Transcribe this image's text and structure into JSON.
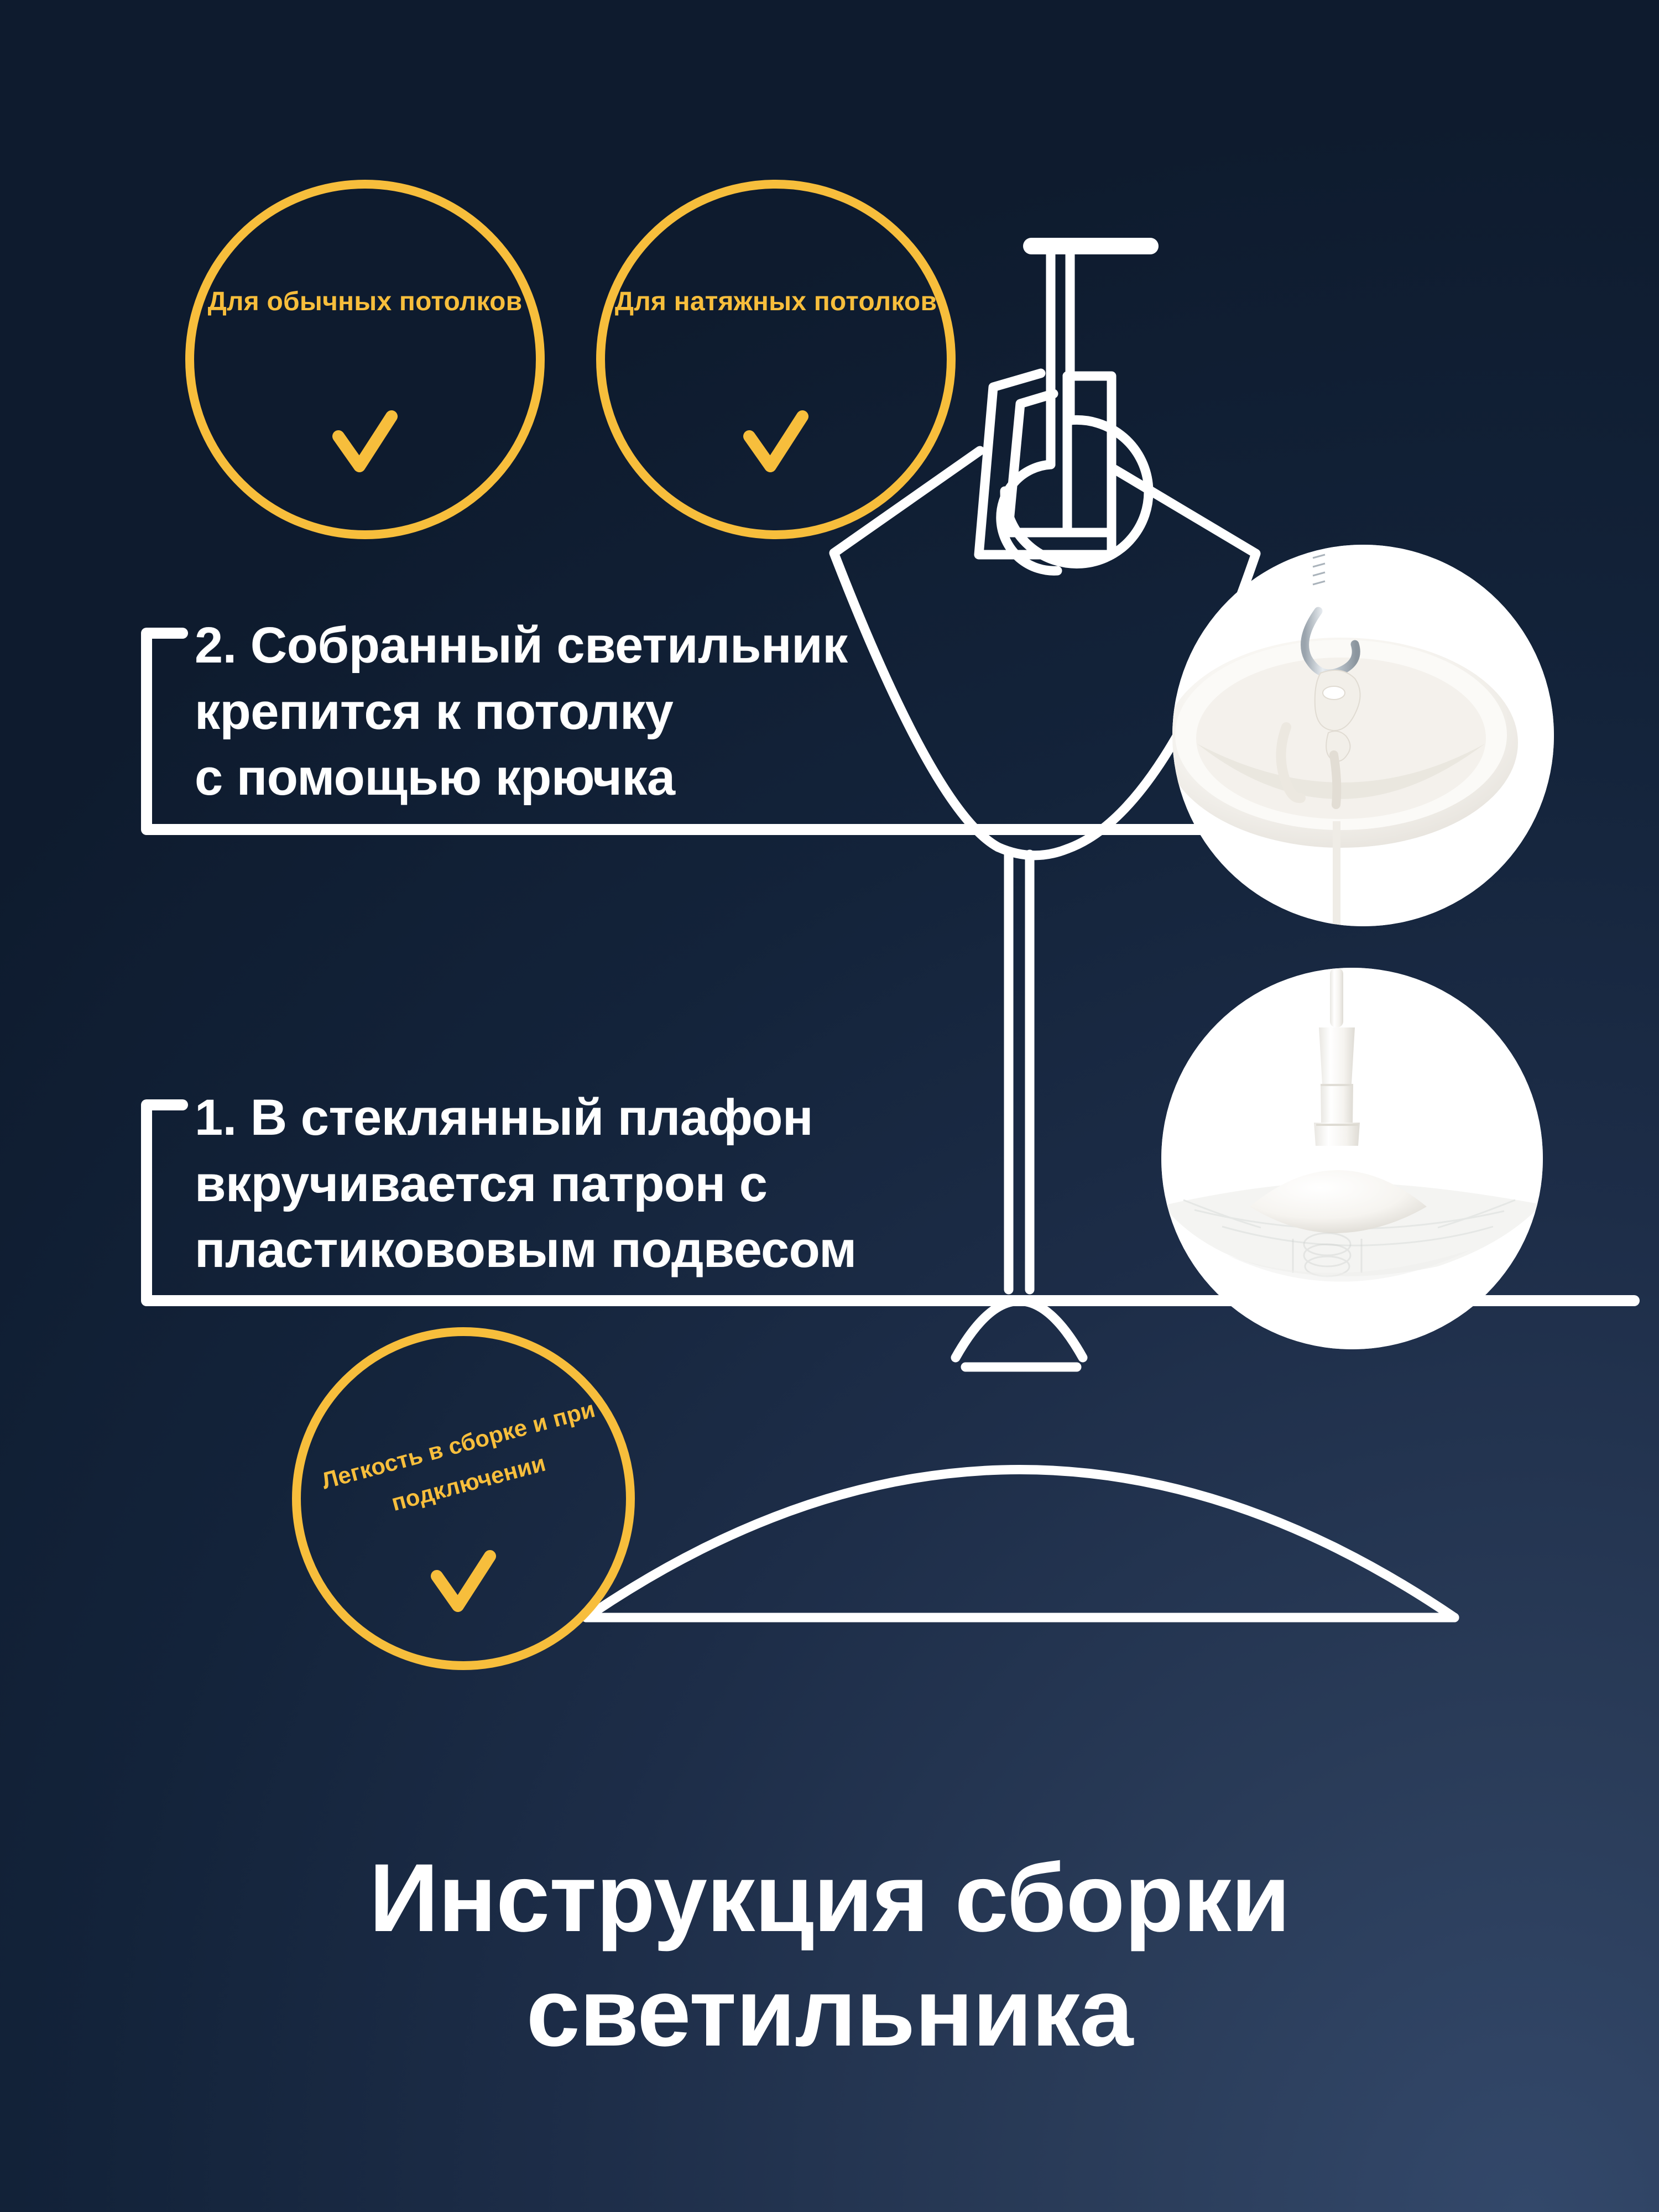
{
  "page": {
    "background_color": "#14243c",
    "accent_color": "#F7BE3C",
    "text_color": "#FFFFFF"
  },
  "badges": [
    {
      "id": "badge-regular-ceilings",
      "label": "Для обычных\nпотолков",
      "check": "checkmark-icon",
      "rotation": 0
    },
    {
      "id": "badge-stretch-ceilings",
      "label": "Для натяжных\nпотолков",
      "check": "checkmark-icon",
      "rotation": 0
    },
    {
      "id": "badge-easy-assembly",
      "label": "Легкость в сборке\nи при подключении",
      "check": "checkmark-icon",
      "rotation": -15
    }
  ],
  "steps": [
    {
      "id": "step-2",
      "number": "2.",
      "text": "2. Собранный светильник\nкрепится к потолку\nс помощью крючка"
    },
    {
      "id": "step-1",
      "number": "1.",
      "text": "1. В стеклянный плафон\nвкручивается патрон с\nпластикововым подвесом"
    }
  ],
  "title": {
    "text": "Инструкция сборки\nсветильника"
  },
  "photos": [
    {
      "id": "photo-ceiling-hook",
      "alt": "ceiling-hook-photo"
    },
    {
      "id": "photo-socket-shade",
      "alt": "socket-and-shade-photo"
    }
  ],
  "illustration": {
    "id": "lamp-line-art",
    "alt": "pendant-lamp-outline-drawing"
  }
}
